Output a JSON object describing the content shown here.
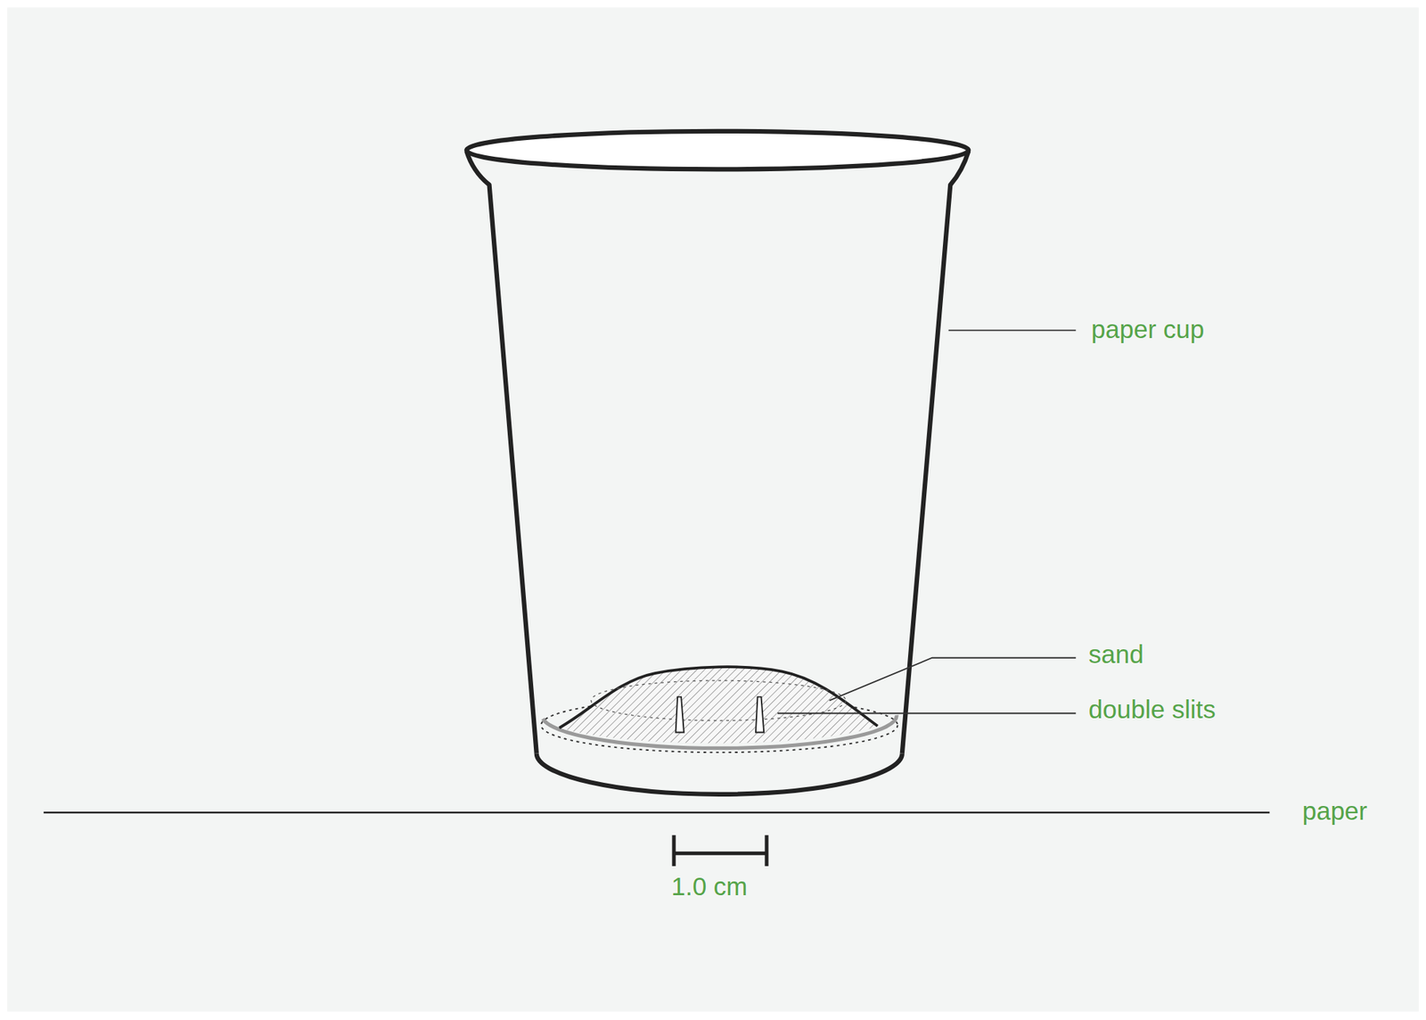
{
  "diagram": {
    "labels": [
      "paper cup",
      "sand",
      "double slits",
      "paper",
      "1.0 cm"
    ]
  }
}
